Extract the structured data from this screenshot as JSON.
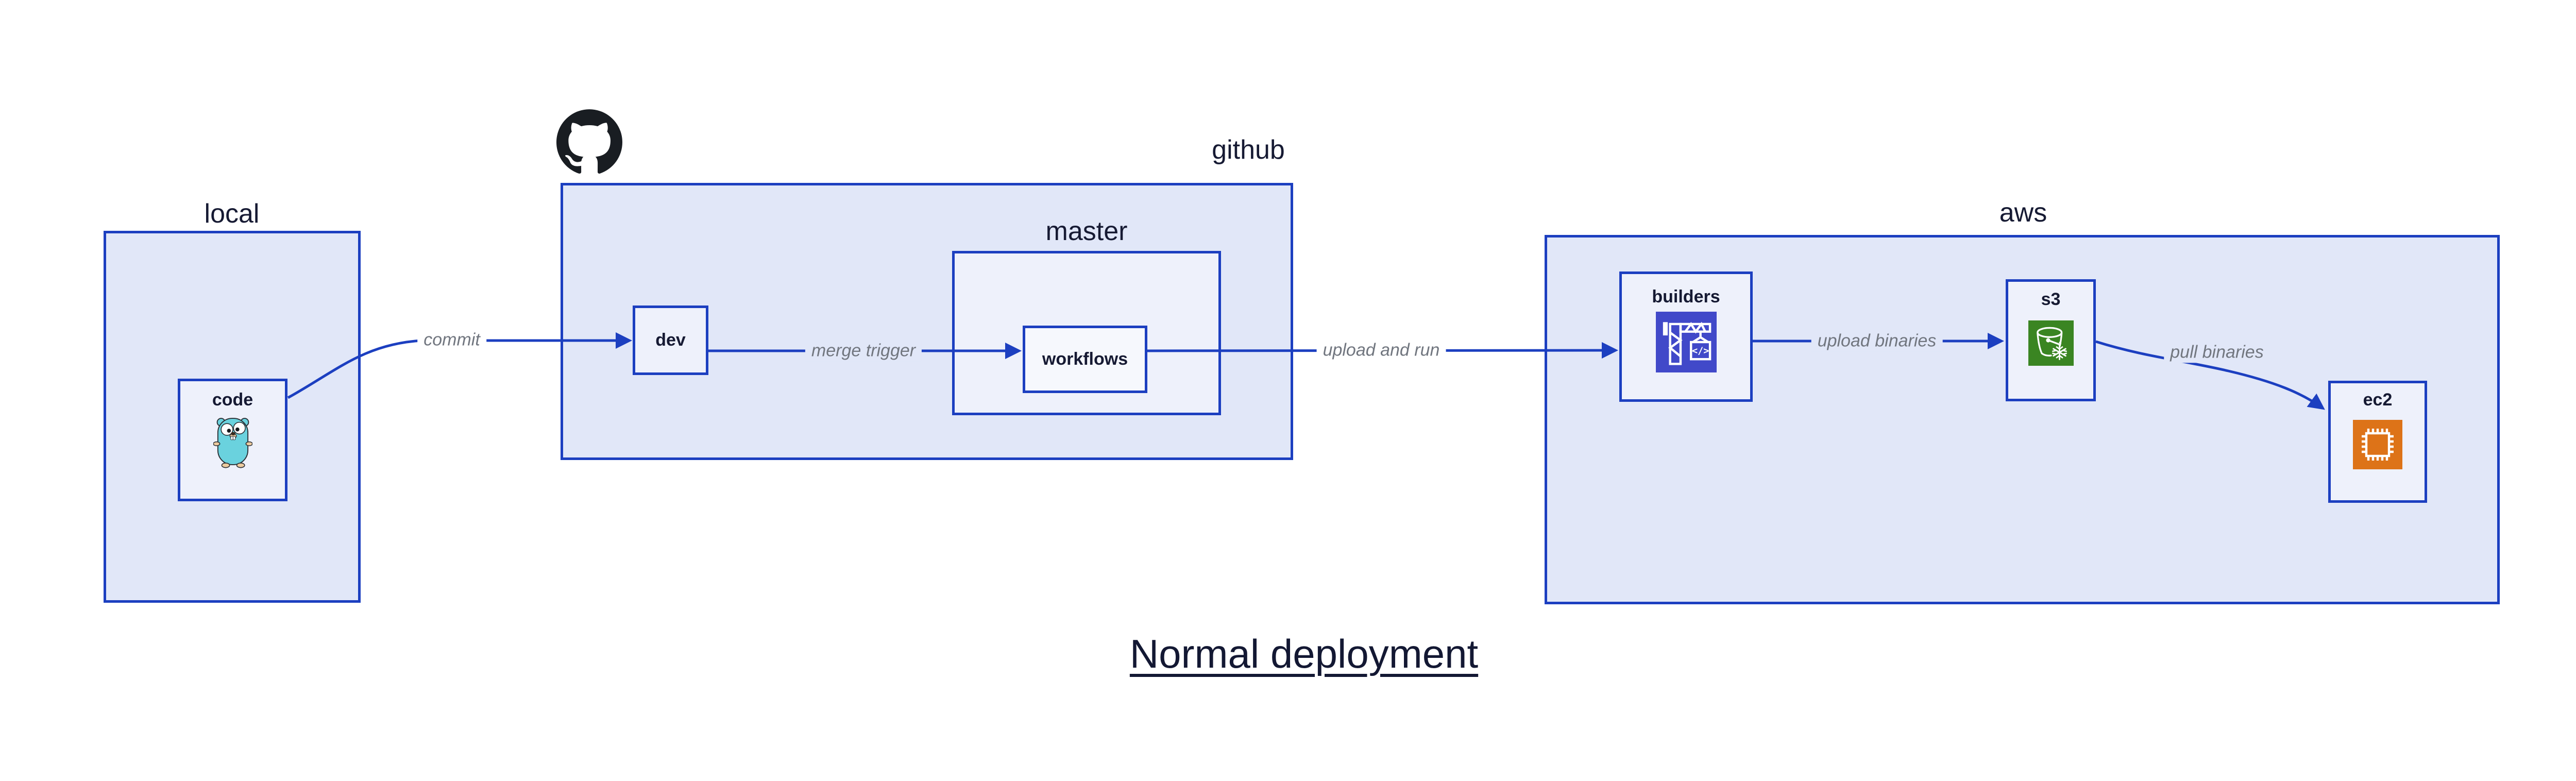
{
  "title": "Normal deployment",
  "groups": {
    "local": {
      "label": "local"
    },
    "github": {
      "label": "github"
    },
    "master": {
      "label": "master"
    },
    "aws": {
      "label": "aws"
    }
  },
  "nodes": {
    "code": {
      "label": "code"
    },
    "dev": {
      "label": "dev"
    },
    "workflows": {
      "label": "workflows"
    },
    "builders": {
      "label": "builders"
    },
    "s3": {
      "label": "s3"
    },
    "ec2": {
      "label": "ec2"
    }
  },
  "edges": {
    "commit": {
      "label": "commit",
      "from": "code",
      "to": "dev"
    },
    "merge_trigger": {
      "label": "merge trigger",
      "from": "dev",
      "to": "workflows"
    },
    "upload_and_run": {
      "label": "upload and run",
      "from": "workflows",
      "to": "builders"
    },
    "upload_binaries": {
      "label": "upload binaries",
      "from": "builders",
      "to": "s3"
    },
    "pull_binaries": {
      "label": "pull binaries",
      "from": "s3",
      "to": "ec2"
    }
  },
  "icons": {
    "github": "github-octocat-icon",
    "code": "go-gopher-icon",
    "builders": "codebuild-crane-icon",
    "s3": "s3-glacier-bucket-icon",
    "ec2": "ec2-chip-icon",
    "codebuild_glyph": "</>"
  },
  "colors": {
    "edge_blue": "#1c3fc0",
    "group_fill": "#e1e7f8",
    "node_fill": "#eef1fb",
    "text_navy": "#161a33",
    "edge_label_gray": "#71767f",
    "octocat_black": "#191d22",
    "codebuild_indigo": "#4149c9",
    "s3_green": "#3a8522",
    "ec2_orange": "#dd7318",
    "gopher_teal": "#6ad2de"
  }
}
